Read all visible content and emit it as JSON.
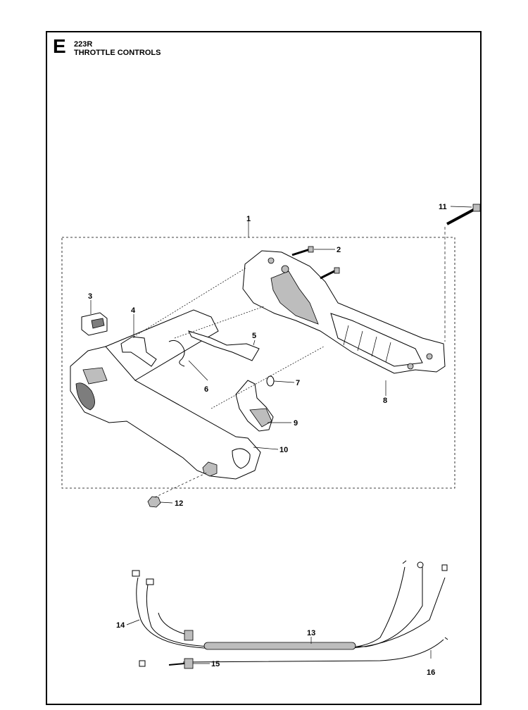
{
  "header": {
    "section_letter": "E",
    "model": "223R",
    "title": "THROTTLE CONTROLS"
  },
  "callouts": {
    "c1": "1",
    "c2": "2",
    "c3": "3",
    "c4": "4",
    "c5": "5",
    "c6": "6",
    "c7": "7",
    "c8": "8",
    "c9": "9",
    "c10": "10",
    "c11": "11",
    "c12": "12",
    "c13": "13",
    "c14": "14",
    "c15": "15",
    "c16": "16"
  }
}
